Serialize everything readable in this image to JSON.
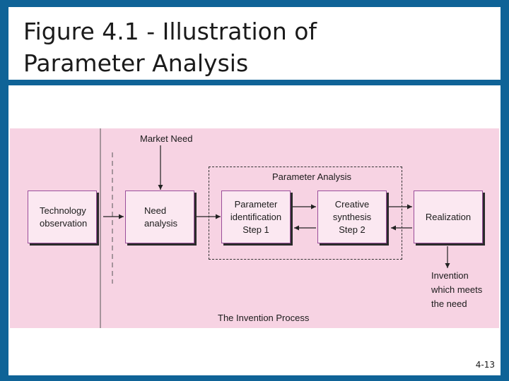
{
  "slide": {
    "title_line1": "Figure 4.1 - Illustration of",
    "title_line2": "Parameter Analysis",
    "page_number": "4-13"
  },
  "diagram": {
    "market_need": "Market Need",
    "group_label": "Parameter Analysis",
    "boxes": {
      "tech_obs": [
        "Technology",
        "observation"
      ],
      "need_analysis": [
        "Need",
        "analysis"
      ],
      "param_id": [
        "Parameter",
        "identification",
        "Step 1"
      ],
      "creative": [
        "Creative",
        "synthesis",
        "Step 2"
      ],
      "realization": [
        "Realization"
      ]
    },
    "invention": [
      "Invention",
      "which meets",
      "the need"
    ],
    "process_label": "The Invention Process"
  },
  "colors": {
    "frame": "#0f6397",
    "figure_background": "#f7d3e3",
    "box_fill": "#fbe8f1",
    "box_border": "#9a4e9a"
  }
}
